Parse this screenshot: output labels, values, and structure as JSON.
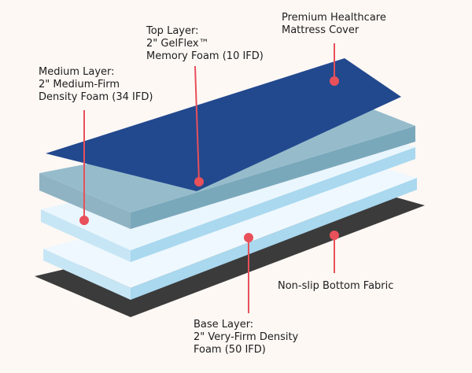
{
  "labels": {
    "cover": {
      "lines": [
        "Premium Healthcare",
        "Mattress Cover"
      ]
    },
    "top_layer": {
      "lines": [
        "Top Layer:",
        "2\" GelFlex™",
        "Memory Foam (10 IFD)"
      ]
    },
    "medium_layer": {
      "lines": [
        "Medium Layer:",
        "2\" Medium-Firm",
        "Density Foam (34 IFD)"
      ]
    },
    "bottom_fabric": {
      "lines": [
        "Non-slip Bottom Fabric"
      ]
    },
    "base_layer": {
      "lines": [
        "Base Layer:",
        "2\" Very-Firm Density",
        "Foam (50 IFD)"
      ]
    }
  },
  "colors": {
    "background": "#fdf8f4",
    "cover": "#22488e",
    "top_foam_top": "#8fb8c8",
    "top_foam_side": "#7aa8bb",
    "light_layer_top": "#eaf6fd",
    "light_layer_side": "#a9d8ef",
    "bottom_fabric": "#3b3b3b",
    "callout": "#e8505a"
  }
}
